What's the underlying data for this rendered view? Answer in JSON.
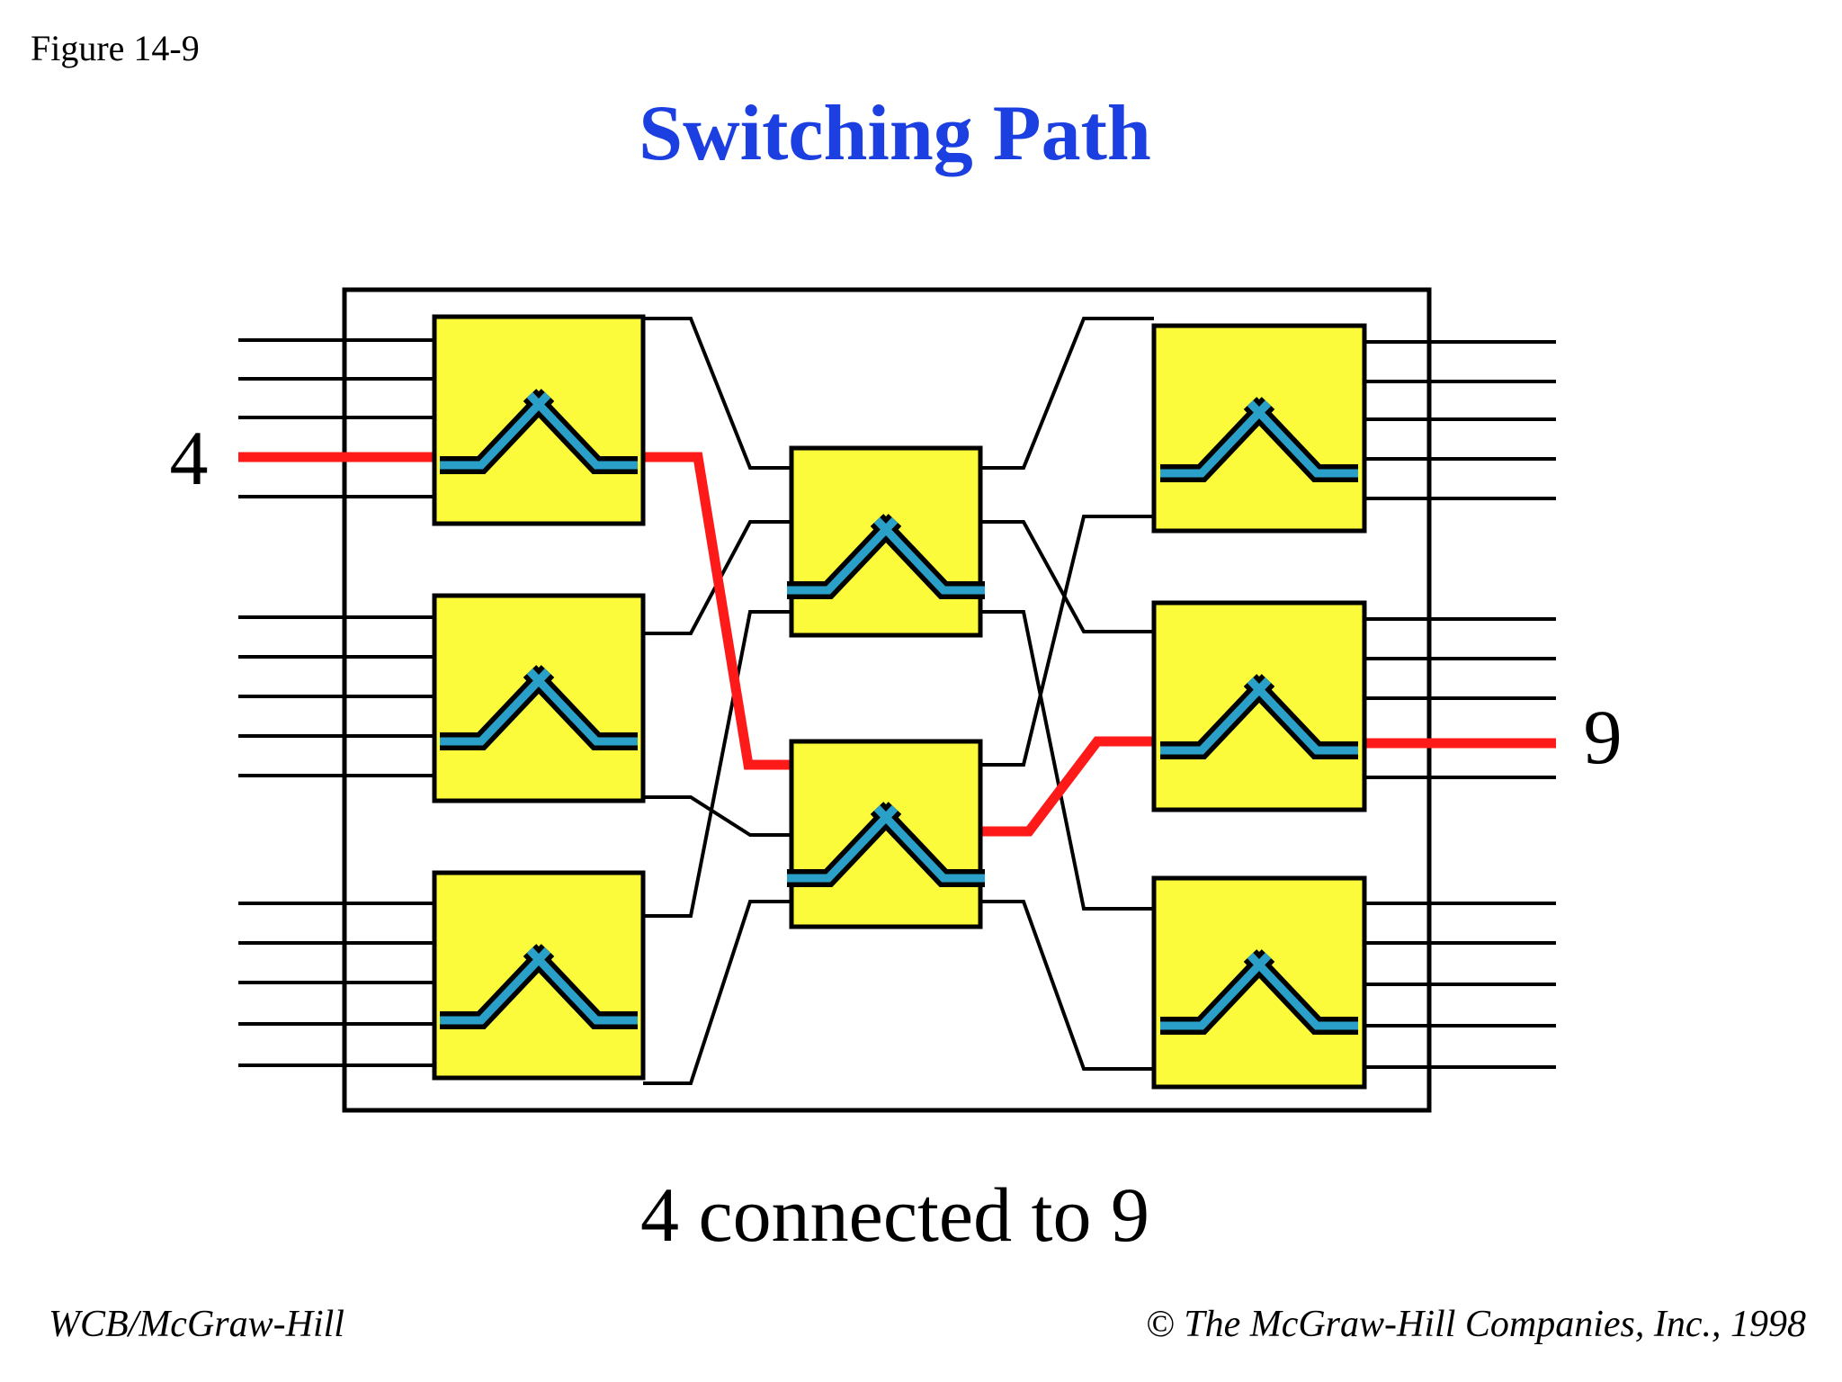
{
  "figure_label": "Figure 14-9",
  "title": "Switching Path",
  "input_label": "4",
  "output_label": "9",
  "caption": "4 connected to 9",
  "footer": {
    "left": "WCB/McGraw-Hill",
    "right_symbol": "©",
    "right_text": "The McGraw-Hill Companies, Inc., 1998"
  },
  "colors": {
    "switch_fill": "#fbfb3c",
    "crossbar": "#2a9fc8",
    "path": "#ff1a1a",
    "line": "#000000"
  }
}
